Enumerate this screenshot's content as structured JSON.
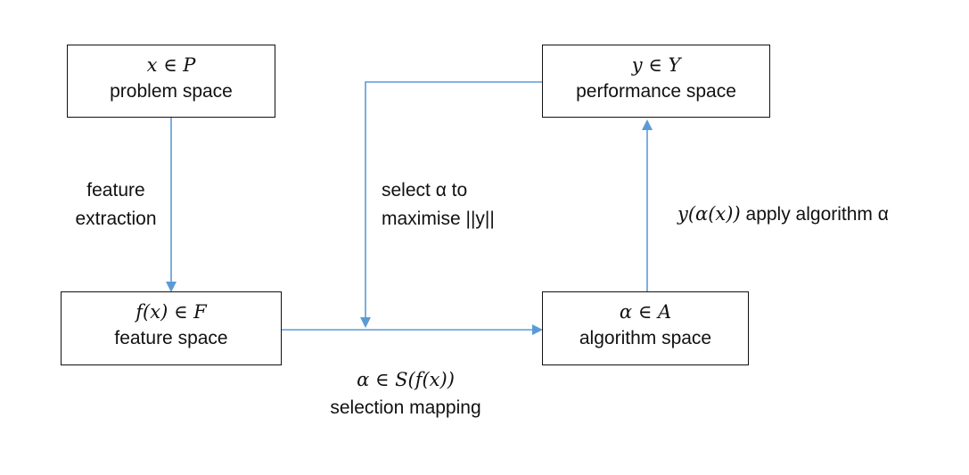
{
  "nodes": {
    "problem": {
      "math": "x ∈ P",
      "label": "problem space"
    },
    "performance": {
      "math": "y ∈ Y",
      "label": "performance space"
    },
    "feature": {
      "math": "f(x) ∈ F",
      "label": "feature space"
    },
    "algorithm": {
      "math": "α ∈ A",
      "label": "algorithm space"
    }
  },
  "edges": {
    "feature_extraction": {
      "line1": "feature",
      "line2": "extraction"
    },
    "select": {
      "line1": "select α to",
      "line2": "maximise ||y||"
    },
    "apply": {
      "math": "y(α(x))",
      "text": "apply algorithm α"
    },
    "selection_mapping": {
      "math": "α ∈ S(f(x))",
      "label": "selection mapping"
    }
  },
  "colors": {
    "connector": "#5b9bd5",
    "box_border": "#111111"
  }
}
